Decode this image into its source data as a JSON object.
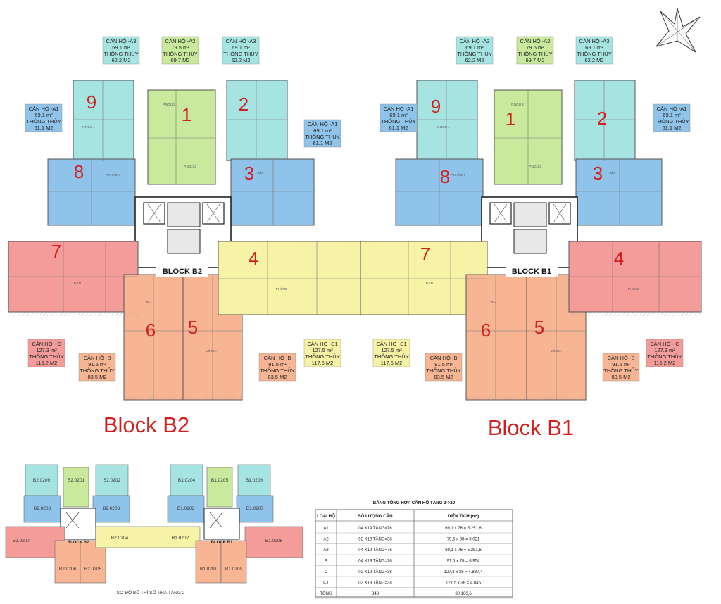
{
  "colors": {
    "cyan": "#a6e4e2",
    "blue": "#8fc3ea",
    "green": "#c9ea9c",
    "red": "#f39c9a",
    "salmon": "#f7b593",
    "yellow": "#f6f2a6",
    "accent_red": "#d11f1f"
  },
  "blocks": [
    {
      "key": "b2",
      "title": "Block B2",
      "tag": "BLOCK B2",
      "units": [
        {
          "num": "1",
          "code": "A2"
        },
        {
          "num": "2",
          "code": "A3"
        },
        {
          "num": "3",
          "code": "A1"
        },
        {
          "num": "4",
          "code": "C1"
        },
        {
          "num": "5",
          "code": "B"
        },
        {
          "num": "6",
          "code": "B"
        },
        {
          "num": "7",
          "code": "C"
        },
        {
          "num": "8",
          "code": "A1"
        },
        {
          "num": "9",
          "code": "A3"
        }
      ],
      "labels": [
        {
          "lines": [
            "CĂN HỘ -A3",
            "69.1 m²",
            "THÔNG THỦY",
            "62.2 M2"
          ],
          "color": "cyan"
        },
        {
          "lines": [
            "CĂN HỘ -A2",
            "79.5 m²",
            "THÔNG THỦY",
            "69.7 M2"
          ],
          "color": "green"
        },
        {
          "lines": [
            "CĂN HỘ -A3",
            "69.1 m²",
            "THÔNG THỦY",
            "62.2 M2"
          ],
          "color": "cyan"
        },
        {
          "lines": [
            "CĂN HỘ -A1",
            "69.1 m²",
            "THÔNG THỦY",
            "61.1 M2"
          ],
          "color": "blue"
        },
        {
          "lines": [
            "CĂN HỘ -A1",
            "69.1 m²",
            "THÔNG THỦY",
            "61.1 M2"
          ],
          "color": "blue"
        },
        {
          "lines": [
            "CĂN HỘ - C",
            "127.3 m²",
            "THÔNG THỦY",
            "116.2 M2"
          ],
          "color": "red"
        },
        {
          "lines": [
            "CĂN HỘ -B",
            "91.5 m²",
            "THÔNG THỦY",
            "83.5 M2"
          ],
          "color": "salmon"
        },
        {
          "lines": [
            "CĂN HỘ -B",
            "91.5 m²",
            "THÔNG THỦY",
            "83.5 M2"
          ],
          "color": "salmon"
        },
        {
          "lines": [
            "CĂN HỘ -C1",
            "127.5 m²",
            "THÔNG THỦY",
            "117.6 M2"
          ],
          "color": "yellow"
        }
      ]
    },
    {
      "key": "b1",
      "title": "Block B1",
      "tag": "BLOCK B1",
      "units": [
        {
          "num": "1",
          "code": "A2"
        },
        {
          "num": "2",
          "code": "A3"
        },
        {
          "num": "3",
          "code": "A1"
        },
        {
          "num": "4",
          "code": "C"
        },
        {
          "num": "5",
          "code": "B"
        },
        {
          "num": "6",
          "code": "B"
        },
        {
          "num": "7",
          "code": "C1"
        },
        {
          "num": "8",
          "code": "A1"
        },
        {
          "num": "9",
          "code": "A3"
        }
      ],
      "labels": [
        {
          "lines": [
            "CĂN HỘ -A3",
            "69.1 m²",
            "THÔNG THỦY",
            "62.2 M2"
          ],
          "color": "cyan"
        },
        {
          "lines": [
            "CĂN HỘ -A2",
            "79.5 m²",
            "THÔNG THỦY",
            "69.7 M2"
          ],
          "color": "green"
        },
        {
          "lines": [
            "CĂN HỘ -A3",
            "69.1 m²",
            "THÔNG THỦY",
            "62.2 M2"
          ],
          "color": "cyan"
        },
        {
          "lines": [
            "CĂN HỘ -A1",
            "69.1 m²",
            "THÔNG THỦY",
            "61.1 M2"
          ],
          "color": "blue"
        },
        {
          "lines": [
            "CĂN HỘ -A1",
            "69.1 m²",
            "THÔNG THỦY",
            "61.1 M2"
          ],
          "color": "blue"
        },
        {
          "lines": [
            "CĂN HỘ -C1",
            "127.5 m²",
            "THÔNG THỦY",
            "117.6 M2"
          ],
          "color": "yellow"
        },
        {
          "lines": [
            "CĂN HỘ -B",
            "91.5 m²",
            "THÔNG THỦY",
            "83.5 M2"
          ],
          "color": "salmon"
        },
        {
          "lines": [
            "CĂN HỘ -B",
            "91.5 m²",
            "THÔNG THỦY",
            "83.5 M2"
          ],
          "color": "salmon"
        },
        {
          "lines": [
            "CĂN HỘ - C",
            "127.3 m²",
            "THÔNG THỦY",
            "116.2 M2"
          ],
          "color": "red"
        }
      ]
    }
  ],
  "room_labels": [
    "P.NGỦ 1",
    "P.NGỦ 2",
    "P.NGỦ 3",
    "P.KHÁCH",
    "BẾP",
    "P.ĂN",
    "WC",
    "LÔ GIA",
    "PHÒNG"
  ],
  "minimap": {
    "caption": "SƠ ĐỒ BỐ TRÍ SỐ NHÀ TẦNG 2",
    "tags": [
      "BLOCK B2",
      "BLOCK B1"
    ],
    "codes": [
      "B2.0209",
      "B2.0201",
      "B2.0202",
      "B2.0208",
      "B2.0203",
      "B2.0207",
      "B2.0204",
      "B2.0206",
      "B2.0205",
      "B1.0204",
      "B1.0205",
      "B1.0206",
      "B1.0203",
      "B1.0207",
      "B1.0202",
      "B1.0208",
      "B1.0201",
      "B1.0209"
    ]
  },
  "summary_table": {
    "title": "BẢNG TỔNG HỢP CĂN HỘ TẦNG 2->20",
    "headers": [
      "LOẠI HỘ",
      "SỐ LƯỢNG CĂN",
      "DIỆN TÍCH (m²)"
    ],
    "rows": [
      [
        "A1",
        "04 X19 TẦNG=76",
        "69,1 x 76 = 5.251,6"
      ],
      [
        "A2",
        "02 X19 TẦNG=38",
        "79,5 x 38 = 3.021"
      ],
      [
        "A3",
        "04 X19 TẦNG=76",
        "69,1 x 76 = 5.251,6"
      ],
      [
        "B",
        "04 X19 TẦNG=76",
        "91,5 x 76 = 6.954"
      ],
      [
        "C",
        "02 X19 TẦNG=38",
        "127,3 x 38 = 4.837,4"
      ],
      [
        "C1",
        "02 X19 TẦNG=38",
        "127,5 x 38 = 4.845"
      ],
      [
        "TỔNG",
        "343",
        "30.160,6"
      ]
    ]
  }
}
